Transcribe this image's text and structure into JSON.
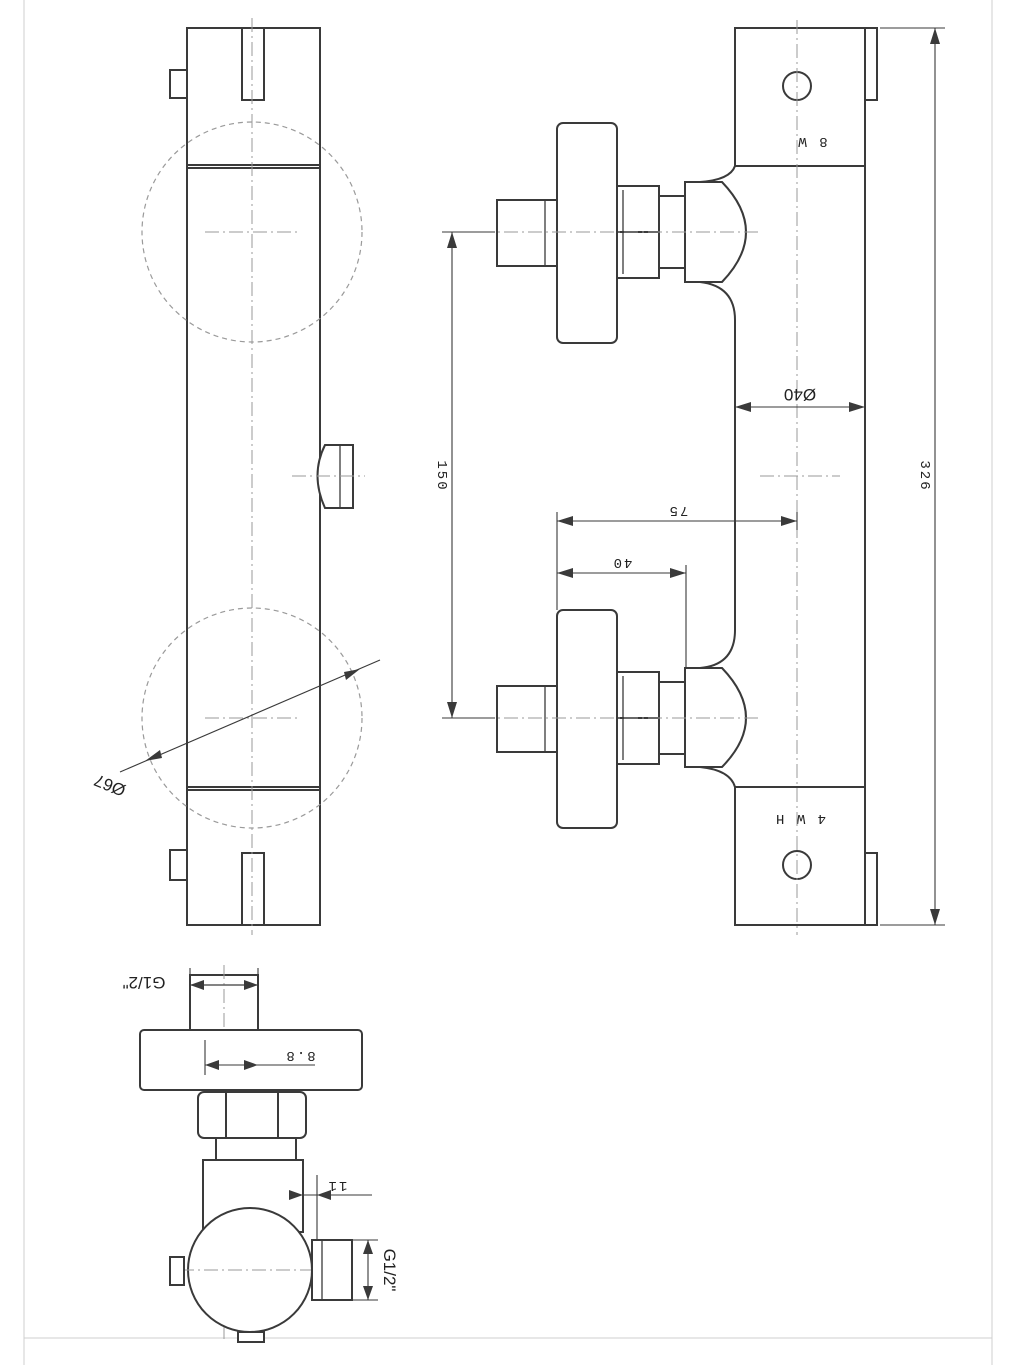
{
  "dimensions": {
    "dia_body": "Ø40",
    "dia_cap": "Ø67",
    "length_total": "326",
    "spacing_inlets": "150",
    "offset_75": "75",
    "offset_40": "40",
    "thread_top": "G1/2\"",
    "thread_side": "G1/2\"",
    "dim_8_8": "8.8",
    "dim_11": "11"
  },
  "markings": {
    "top_block": "8 W",
    "bottom_block": "4 W H"
  }
}
